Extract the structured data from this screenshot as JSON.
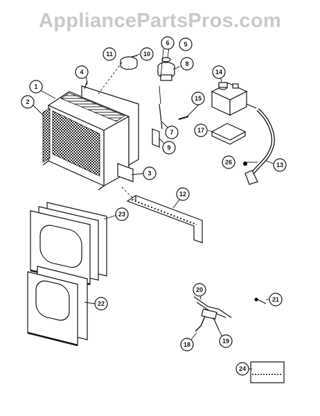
{
  "watermark": "AppliancePartsPros.com",
  "parts": [
    {
      "num": "1"
    },
    {
      "num": "2"
    },
    {
      "num": "3"
    },
    {
      "num": "4"
    },
    {
      "num": "5"
    },
    {
      "num": "6"
    },
    {
      "num": "7"
    },
    {
      "num": "8"
    },
    {
      "num": "9"
    },
    {
      "num": "10"
    },
    {
      "num": "11"
    },
    {
      "num": "12"
    },
    {
      "num": "13"
    },
    {
      "num": "14"
    },
    {
      "num": "15"
    },
    {
      "num": "17"
    },
    {
      "num": "18"
    },
    {
      "num": "19"
    },
    {
      "num": "20"
    },
    {
      "num": "21"
    },
    {
      "num": "22"
    },
    {
      "num": "23"
    },
    {
      "num": "24"
    },
    {
      "num": "26"
    }
  ]
}
